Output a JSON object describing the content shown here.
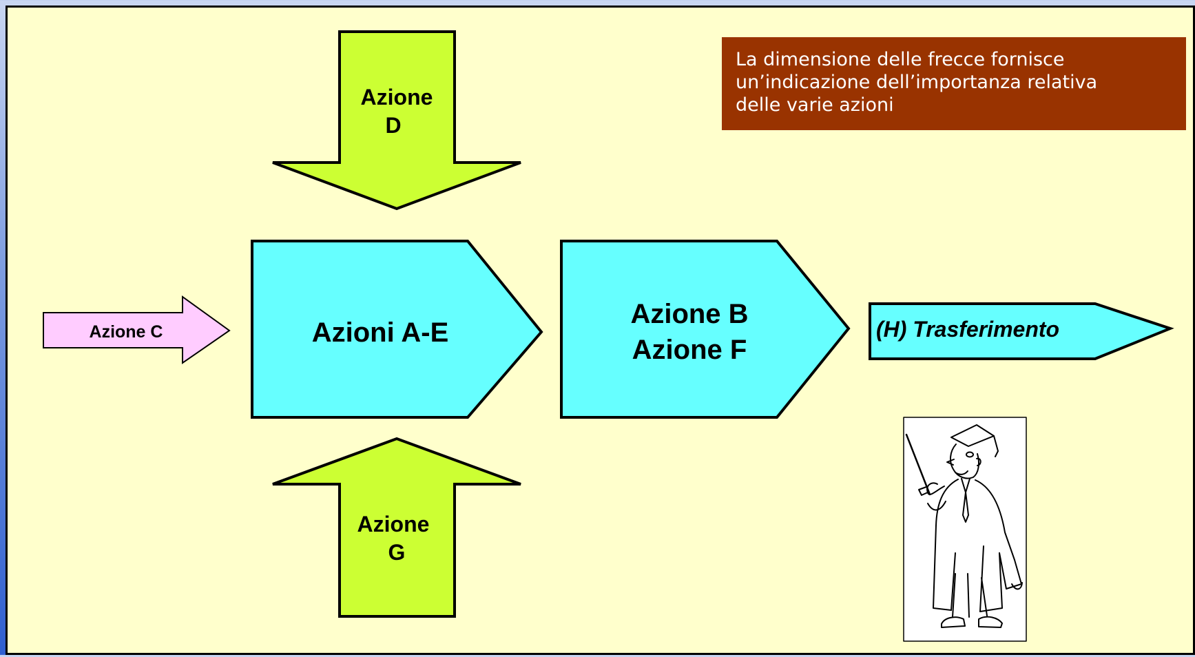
{
  "note": {
    "lines": [
      "La dimensione delle frecce fornisce",
      "un’indicazione dell’importanza relativa",
      "delle varie azioni"
    ],
    "background": "#993300"
  },
  "arrows": {
    "azione_d": {
      "line1": "Azione",
      "line2": "D",
      "fill": "#ccff33"
    },
    "azione_g": {
      "line1": "Azione",
      "line2": "G",
      "fill": "#ccff33"
    },
    "azione_c": {
      "label": "Azione C",
      "fill": "#ffccff"
    },
    "azioni_ae": {
      "label": "Azioni A-E",
      "fill": "#66ffff"
    },
    "azione_bf": {
      "line1": "Azione B",
      "line2": "Azione F",
      "fill": "#66ffff"
    },
    "trasferimento": {
      "label": "(H) Trasferimento",
      "fill": "#66ffff"
    }
  },
  "illustration": {
    "icon": "graduate-teacher-pointer-icon"
  }
}
